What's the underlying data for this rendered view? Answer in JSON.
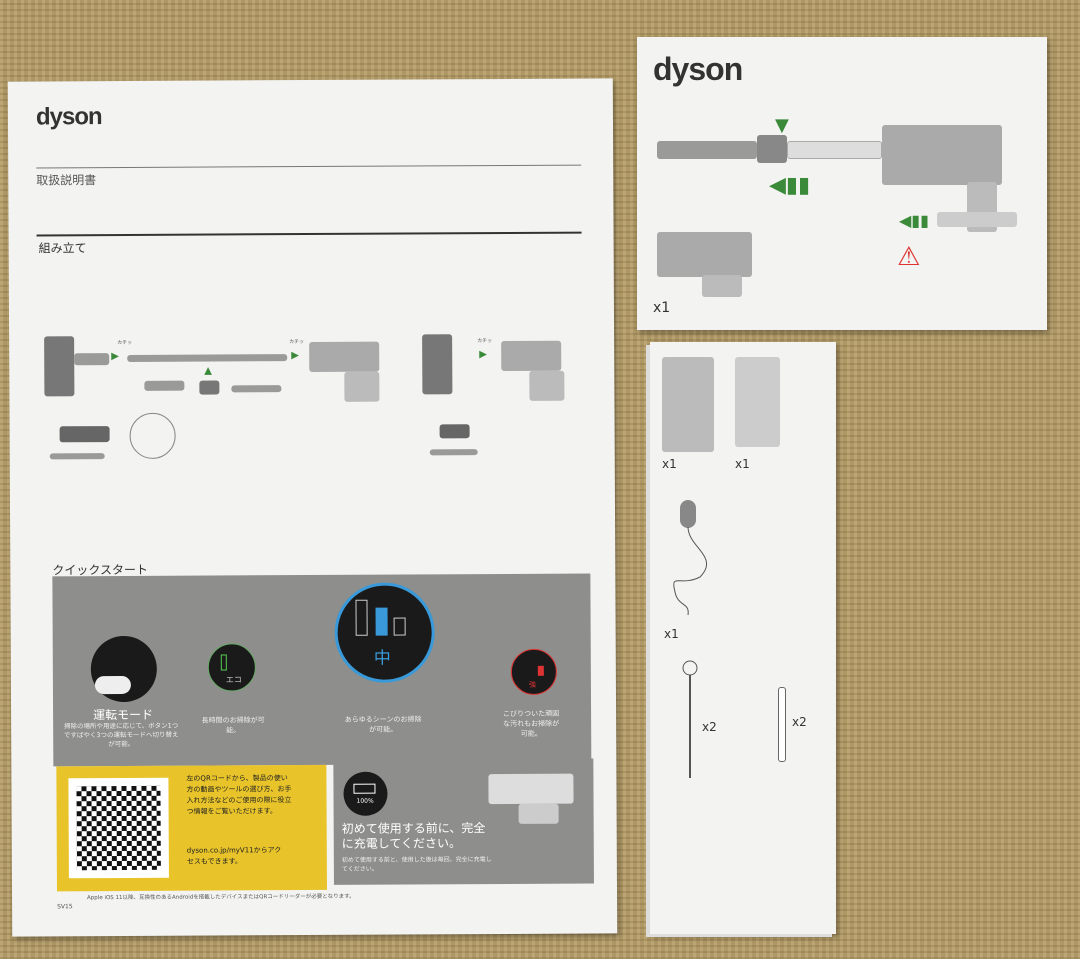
{
  "manual": {
    "logo": "dyson",
    "title": "取扱説明書",
    "assembly_heading": "組み立て",
    "click_label": "カチッ",
    "quickstart_heading": "クイックスタート",
    "modes": {
      "title": "運転モード",
      "desc": "掃除の場所や用途に応じて、ボタン1つですばやく3つの運転モードへ切り替えが可能。",
      "eco_label": "エコ",
      "eco_desc": "長時間のお掃除が可能。",
      "mid_label": "中",
      "mid_desc": "あらゆるシーンのお掃除が可能。",
      "boost_label": "強",
      "boost_desc": "こびりついた頑固な汚れもお掃除が可能。"
    },
    "qr_text": "左のQRコードから、製品の使い方の動画やツールの選び方、お手入れ方法などのご使用の際に役立つ情報をご覧いただけます。",
    "qr_url_text": "dyson.co.jp/myV11からアクセスもできます。",
    "battery_percent": "100%",
    "charge_title": "初めて使用する前に、完全に充電してください。",
    "charge_desc": "初めて使用する前と、使用した後は毎回、完全に充電してください。",
    "footnote": "Apple iOS 11以降、互換性のあるAndroidを搭載したデバイスまたはQRコードリーダーが必要となります。",
    "model": "SV15"
  },
  "card": {
    "logo": "dyson",
    "qty": "x1"
  },
  "leaflet": {
    "qty_dock": "x1",
    "qty_bracket": "x1",
    "qty_charger": "x1",
    "qty_screws": "x2",
    "qty_anchors": "x2"
  },
  "colors": {
    "green": "#3a8a3a",
    "yellow": "#e8c42a",
    "blue": "#3a9ad9",
    "red": "#d33"
  }
}
